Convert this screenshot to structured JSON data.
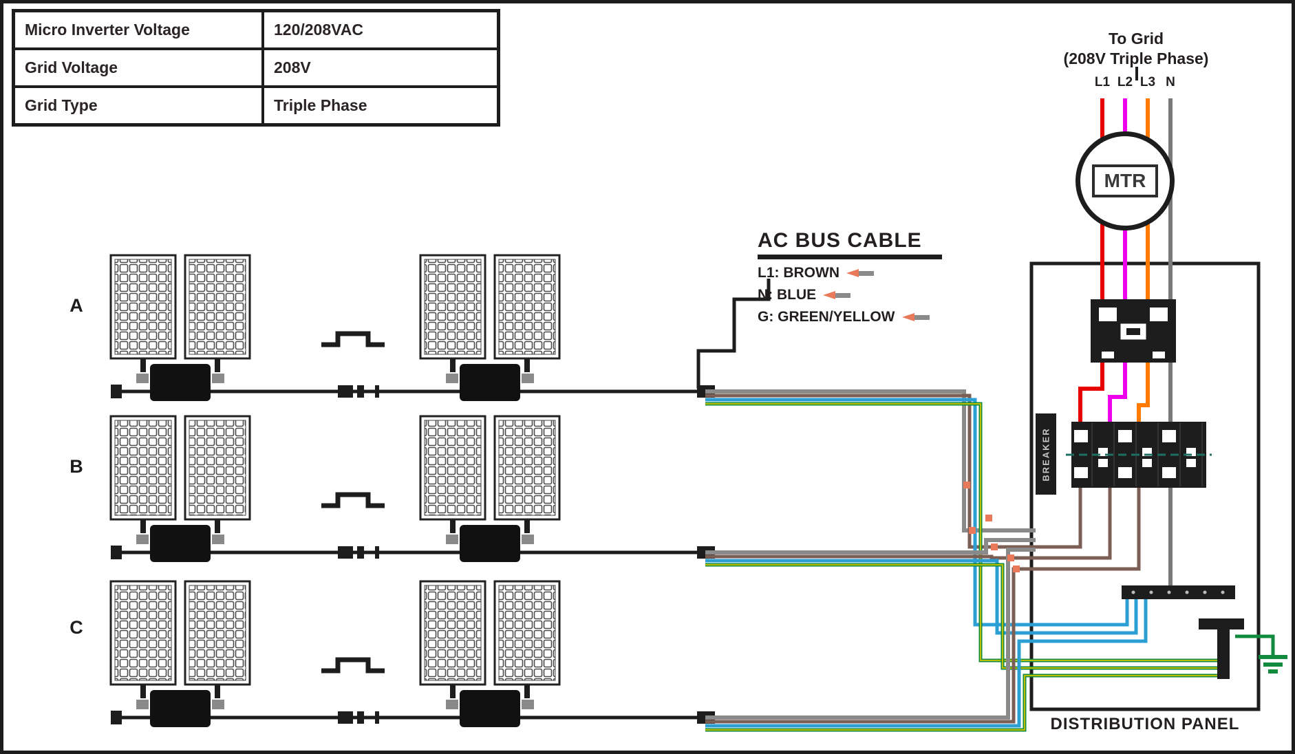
{
  "spec_table": {
    "rows": [
      {
        "label": "Micro Inverter Voltage",
        "value": "120/208VAC"
      },
      {
        "label": "Grid Voltage",
        "value": "208V"
      },
      {
        "label": "Grid Type",
        "value": "Triple Phase"
      }
    ]
  },
  "pv_array": {
    "row_labels": [
      "A",
      "B",
      "C"
    ]
  },
  "ac_bus_legend": {
    "title": "AC BUS CABLE",
    "lines": [
      {
        "label": "L1: BROWN"
      },
      {
        "label": "N: BLUE"
      },
      {
        "label": "G: GREEN/YELLOW"
      }
    ]
  },
  "grid_connection": {
    "title": "To Grid",
    "subtitle": "(208V Triple Phase)",
    "wire_labels": [
      "L1",
      "L2",
      "L3",
      "N"
    ]
  },
  "meter": {
    "label": "MTR"
  },
  "distribution_panel": {
    "label": "DISTRIBUTION PANEL",
    "breaker_label": "BREAKER"
  },
  "colors": {
    "black": "#1d1d1d",
    "l1": "#e60000",
    "l2": "#ee00ee",
    "l3": "#ff7a00",
    "neutral_feed": "#7a7a7a",
    "bus_l": "#7b5e54",
    "bus_n": "#2b9fd4",
    "bus_g_green": "#128a3e",
    "bus_g_yellow": "#bcbe00",
    "sheath": "#8a8a8a",
    "junction": "#e8795a",
    "breaker_dash": "#1e6e62"
  }
}
